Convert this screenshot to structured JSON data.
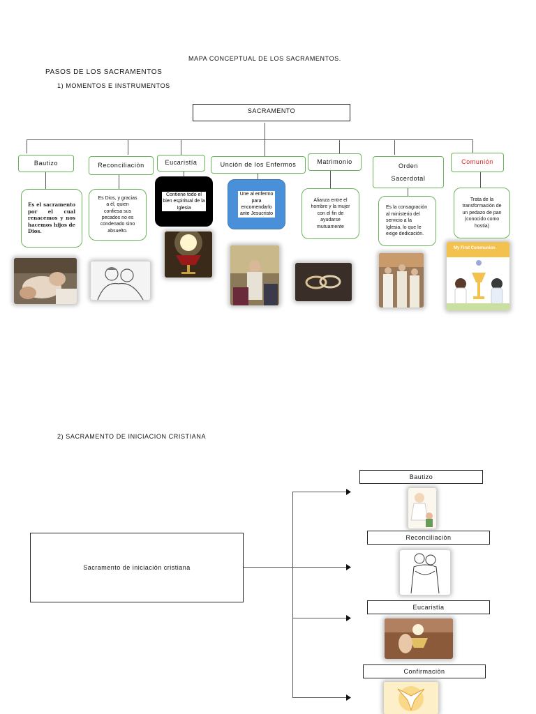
{
  "title": "MAPA CONCEPTUAL DE LOS SACRAMENTOS.",
  "heading": "PASOS DE LOS SACRAMENTOS",
  "section1": "1)  MOMENTOS E INSTRUMENTOS",
  "root": "SACRAMENTO",
  "sacraments": [
    {
      "label": "Bautizo",
      "desc": "Es el sacramento por el cual renacemos y nos hacemos hijos de Dios."
    },
    {
      "label": "Reconciliaciòn",
      "desc": "Es Dios, y gracias a él, quien confiesa sus pecados no es condenado sino absuelto."
    },
    {
      "label": "Eucaristía",
      "desc": "Contiene todo el bien espiritual de la Iglesia"
    },
    {
      "label": "Unciòn de los Enfermos",
      "desc": "Une al enfermo para encomendarlo ante Jesucristo"
    },
    {
      "label": "Matrimonio",
      "desc": "Alianza entre el hombre y la mujer con el fin de ayudarse mutuamente"
    },
    {
      "label": "Orden Sacerdotal",
      "desc": "Es la consagración al ministerio del servicio a la Iglesia, lo que le exige dedicación."
    },
    {
      "label": "Comunión",
      "desc": "Trata de la transformación de un pedazo de pan (conocido como hostia)"
    }
  ],
  "communion_card_text": "My First Communion",
  "section2": "2)  SACRAMENTO DE INICIACION CRISTIANA",
  "initiation": {
    "main": "Sacramento de iniciaciòn cristiana",
    "items": [
      "Bautizo",
      "Reconciliaciòn",
      "Eucaristía",
      "Confirmaciòn"
    ]
  },
  "colors": {
    "green_border": "#6bb35a",
    "blue_box": "#4a90d9",
    "black_box": "#000000",
    "comunion_red": "#e02020"
  }
}
